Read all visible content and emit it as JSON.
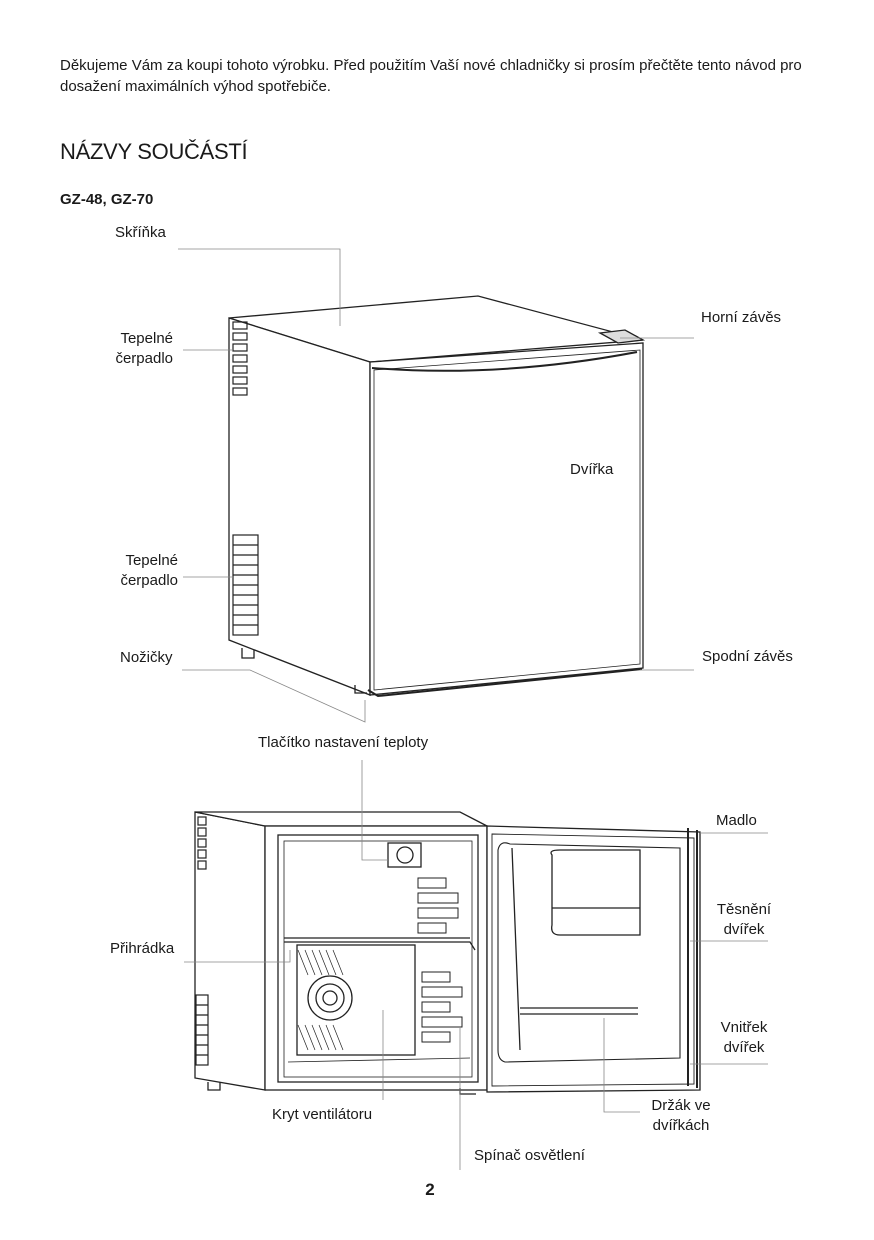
{
  "intro": "Děkujeme Vám za koupi tohoto výrobku. Před použitím Vaší nové chladničky si prosím přečtěte tento návod pro dosažení maximálních výhod spotřebiče.",
  "heading": "NÁZVY SOUČÁSTÍ",
  "models": "GZ-48, GZ-70",
  "closed_diagram": {
    "cabinet": "Skříňka",
    "heat_pump_top": [
      "Tepelné",
      "čerpadlo"
    ],
    "heat_pump_bottom": [
      "Tepelné",
      "čerpadlo"
    ],
    "feet": "Nožičky",
    "temp_button": "Tlačítko nastavení teploty",
    "top_hinge": "Horní závěs",
    "door": "Dvířka",
    "bottom_hinge": "Spodní závěs"
  },
  "open_diagram": {
    "handle": "Madlo",
    "door_seal": [
      "Těsnění",
      "dvířek"
    ],
    "shelf": "Přihrádka",
    "door_inside": [
      "Vnitřek",
      "dvířek"
    ],
    "fan_cover": "Kryt ventilátoru",
    "door_holder": [
      "Držák ve",
      "dvířkách"
    ],
    "light_switch": "Spínač osvětlení"
  },
  "page_number": "2"
}
